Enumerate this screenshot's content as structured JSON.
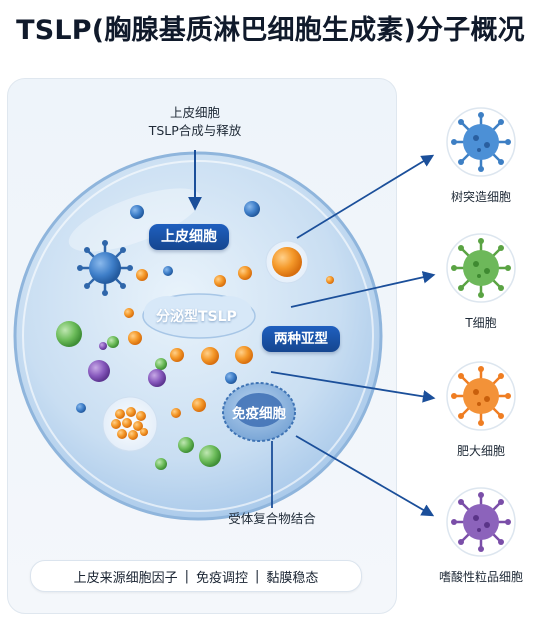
{
  "title": "TSLP(胸腺基质淋巴细胞生成素)分子概况",
  "source_note": {
    "line1": "上皮细胞",
    "line2": "TSLP合成与释放"
  },
  "center": {
    "epithelial_label": "上皮细胞",
    "secreted_label": "分泌型TSLP",
    "subtypes_label": "两种亚型",
    "immune_cell_label": "免疫细胞",
    "receptor_note": "受体复合物结合"
  },
  "targets": [
    {
      "label": "树突造细胞",
      "color": "#3d7fc4"
    },
    {
      "label": "T细胞",
      "color": "#5aa343"
    },
    {
      "label": "肥大细胞",
      "color": "#ef7d22"
    },
    {
      "label": "嗜酸性粒品细胞",
      "color": "#7a4ea8"
    }
  ],
  "footer": {
    "item1": "上皮来源细胞因子",
    "item2": "免疫调控",
    "item3": "黏膜稳态",
    "separator": "|"
  },
  "colors": {
    "accent": "#1b4f9a",
    "cell_fill": "#cfe3f5",
    "badge": "#1a57b0"
  },
  "icons": [
    "arrow-down-icon",
    "virus-icon",
    "droplet-icon",
    "cell-icon"
  ]
}
